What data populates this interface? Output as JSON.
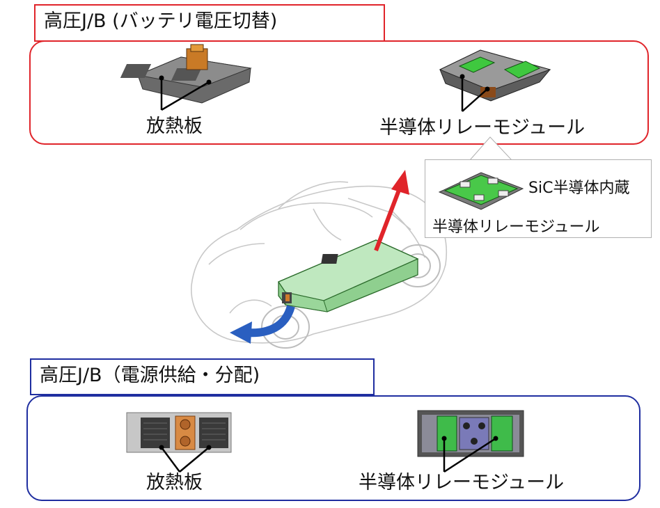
{
  "top_section": {
    "title": "高圧J/B (バッテリ電圧切替)",
    "heat_sink_label": "放熱板",
    "relay_label": "半導体リレーモジュール",
    "accent_color": "#e0242a"
  },
  "callout": {
    "feature_label": "SiC半導体内蔵",
    "module_label": "半導体リレーモジュール"
  },
  "bottom_section": {
    "title": "高圧J/B（電源供給・分配)",
    "heat_sink_label": "放熱板",
    "relay_label": "半導体リレーモジュール",
    "accent_color": "#1f2ea0"
  },
  "arrows": {
    "up_arrow_color": "#e0242a",
    "down_arrow_color": "#2a5fc0"
  }
}
